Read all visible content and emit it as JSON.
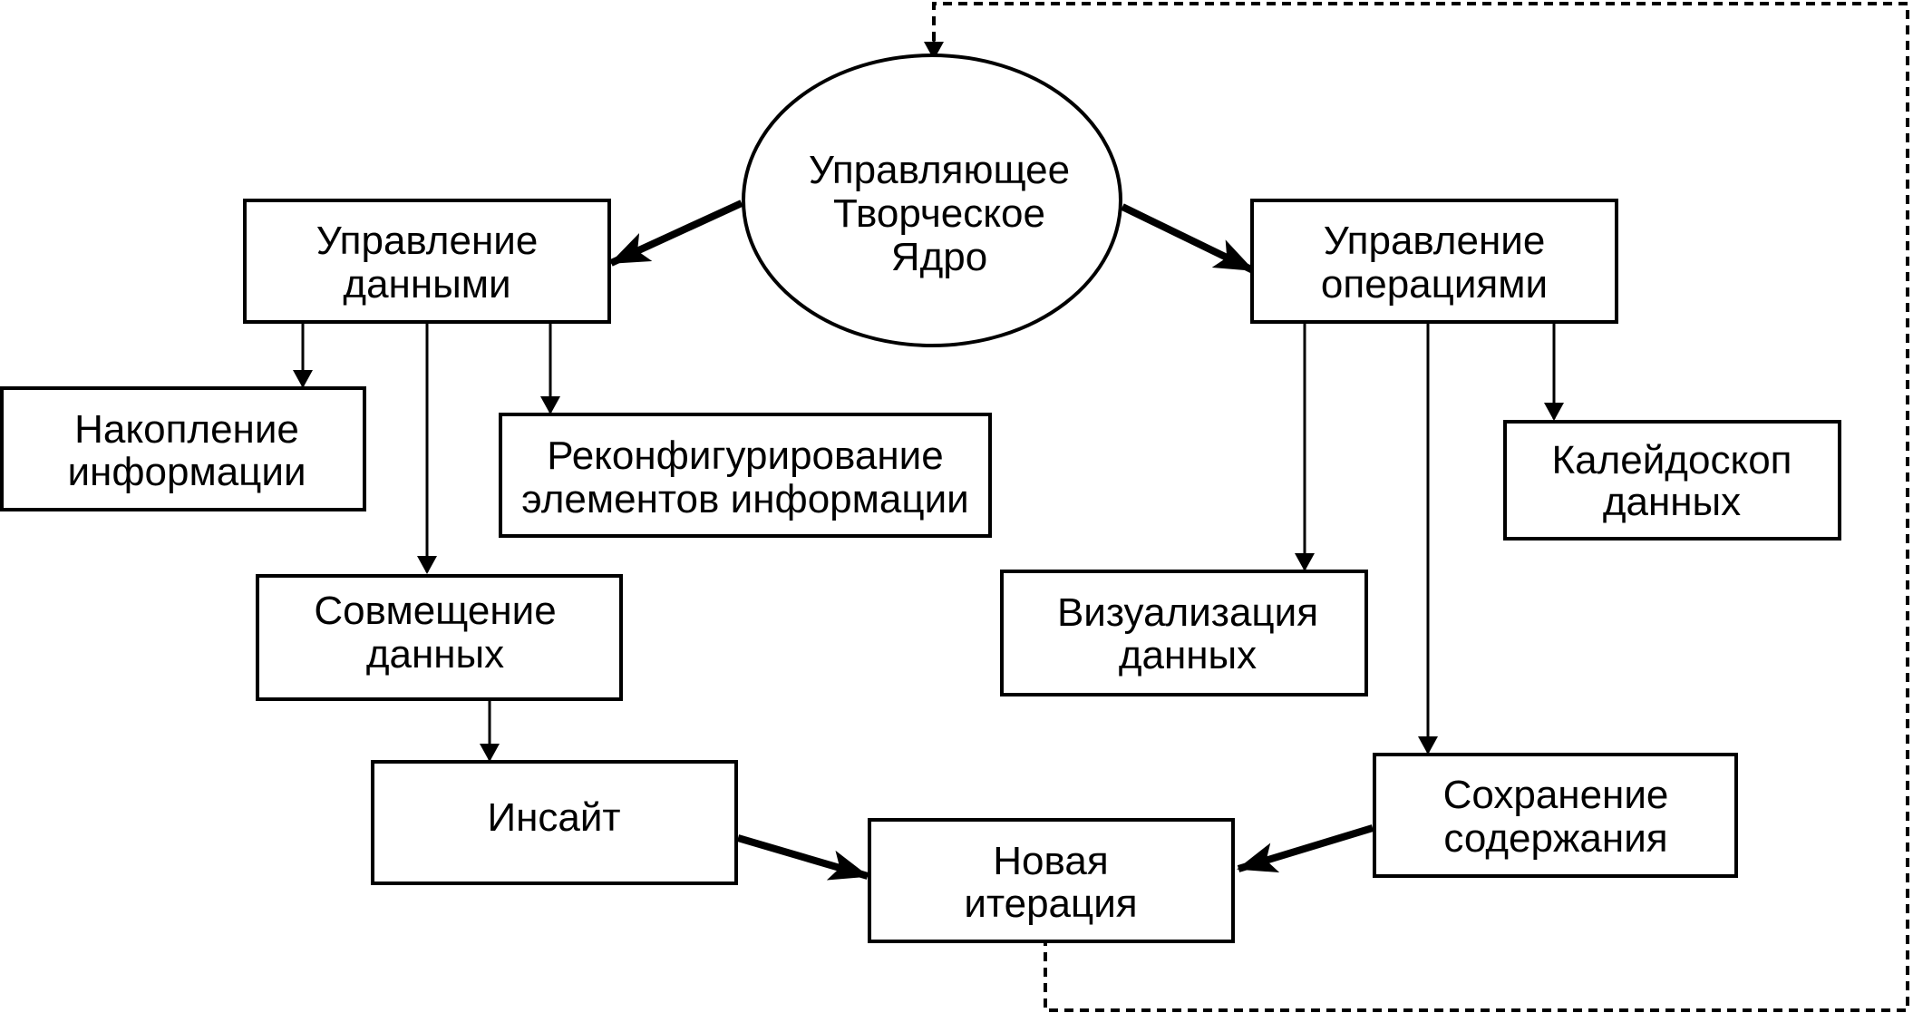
{
  "diagram": {
    "colors": {
      "stroke": "#000000",
      "background": "#ffffff",
      "text": "#000000"
    },
    "core": {
      "line1": "Управляющее",
      "line2": "Творческое",
      "line3": "Ядро"
    },
    "data_mgmt": {
      "line1": "Управление",
      "line2": "данными"
    },
    "ops_mgmt": {
      "line1": "Управление",
      "line2": "операциями"
    },
    "accumulation": {
      "line1": "Накопление",
      "line2": "информации"
    },
    "reconfiguration": {
      "line1": "Реконфигурирование",
      "line2": "элементов информации"
    },
    "combination": {
      "line1": "Совмещение",
      "line2": "данных"
    },
    "insight": {
      "line1": "Инсайт"
    },
    "new_iteration": {
      "line1": "Новая",
      "line2": "итерация"
    },
    "visualization": {
      "line1": "Визуализация",
      "line2": "данных"
    },
    "kaleidoscope": {
      "line1": "Калейдоскоп",
      "line2": "данных"
    },
    "preservation": {
      "line1": "Сохранение",
      "line2": "содержания"
    }
  }
}
